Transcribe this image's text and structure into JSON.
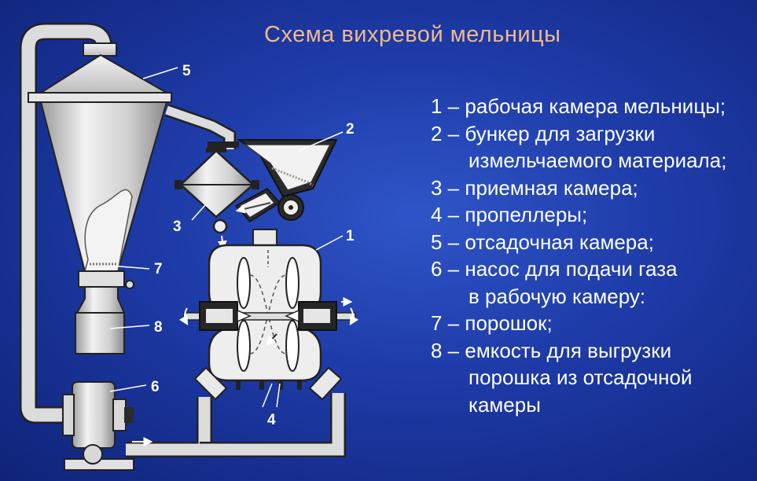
{
  "title": "Схема вихревой мельницы",
  "labels": {
    "n1": "1",
    "n2": "2",
    "n3": "3",
    "n4": "4",
    "n5": "5",
    "n6": "6",
    "n7": "7",
    "n8": "8"
  },
  "legend": [
    "1 – рабочая камера мельницы;",
    "2 – бункер для загрузки",
    "измельчаемого материала;",
    "3 – приемная     камера;",
    "4 – пропеллеры;",
    "5 – отсадочная камера;",
    "6 – насос для подачи газа",
    "в рабочую камеру:",
    "7 – порошок;",
    "8 – емкость для выгрузки",
    "порошка из отсадочной",
    "камеры"
  ],
  "colors": {
    "background": "#1d3aa6",
    "title": "#f0b98a",
    "legend_text": "#ffffff",
    "equipment": "#d9d9d9",
    "arrows": "#ffffff"
  }
}
